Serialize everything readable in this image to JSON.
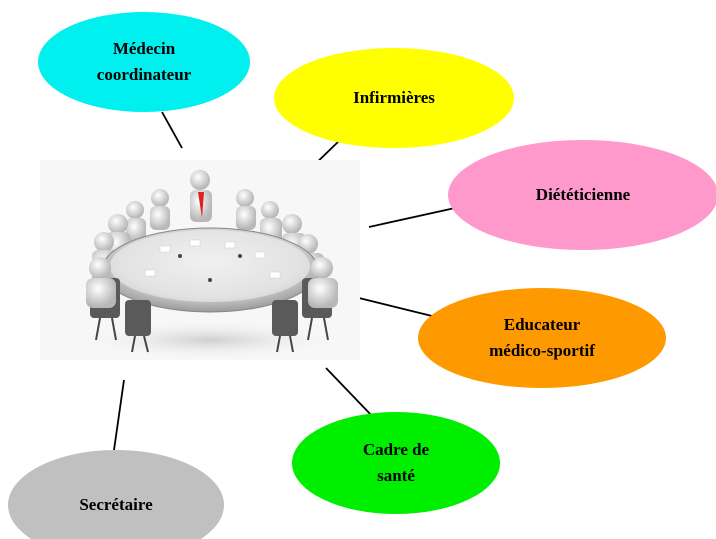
{
  "nodes": {
    "medecin": {
      "label": "Médecin\ncoordinateur",
      "color": "#00f0f0"
    },
    "infirmieres": {
      "label": "Infirmières",
      "color": "#ffff00"
    },
    "dieteticienne": {
      "label": "Diététicienne",
      "color": "#ff99cc"
    },
    "educateur": {
      "label": "Educateur\nmédico-sportif",
      "color": "#ff9900"
    },
    "cadre": {
      "label": "Cadre de\nsanté",
      "color": "#00ee00"
    },
    "secretaire": {
      "label": "Secrétaire",
      "color": "#c0c0c0"
    }
  },
  "center_image": "meeting-table-illustration"
}
